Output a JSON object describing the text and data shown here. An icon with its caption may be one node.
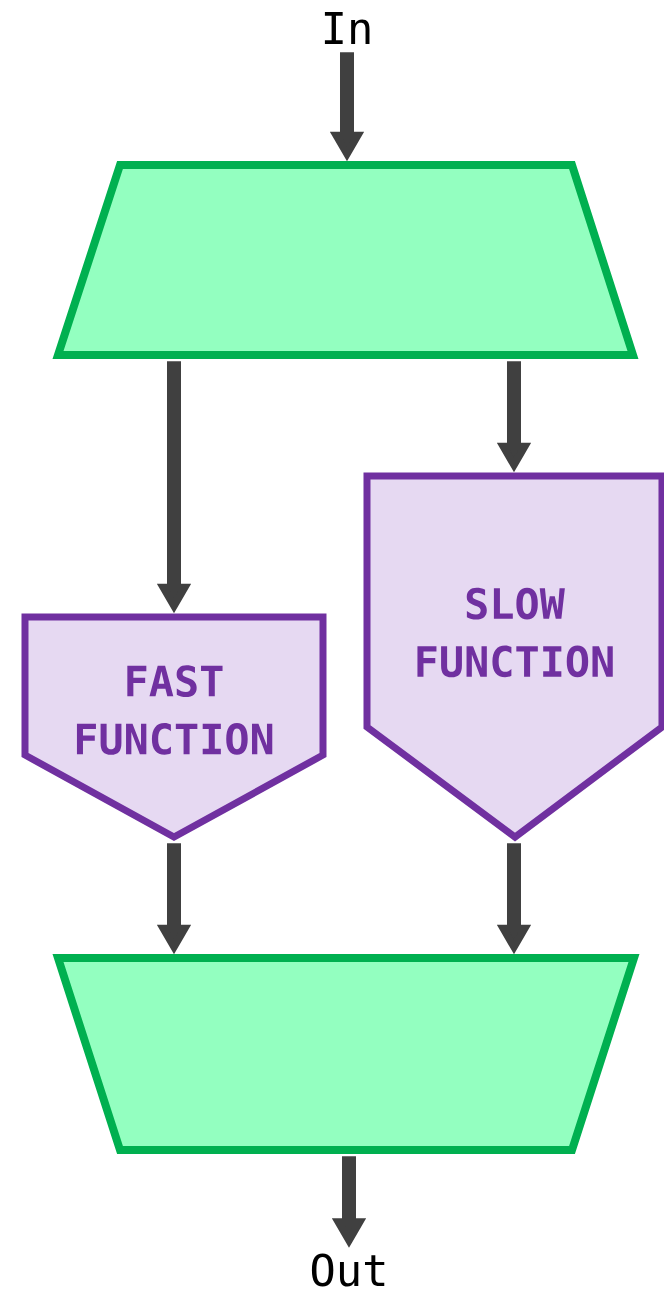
{
  "diagram": {
    "nodes": [
      {
        "text": [
          "In"
        ]
      },
      {
        "text": [],
        "shape": "trapezoid"
      },
      {
        "text": [
          "FAST FUNCTION"
        ]
      },
      {
        "text": [
          "SLOW FUNCTION"
        ]
      },
      {
        "text": [],
        "shape": "trapezoid"
      },
      {
        "text": [
          "Out"
        ]
      }
    ],
    "edges": [
      {
        "from": 0,
        "to": 1,
        "arrow": "to"
      },
      {
        "from": 1,
        "to": 2,
        "arrow": "to"
      },
      {
        "from": 1,
        "to": 3,
        "arrow": "to"
      },
      {
        "from": 2,
        "to": 4,
        "arrow": "to"
      },
      {
        "from": 3,
        "to": 4,
        "arrow": "to"
      },
      {
        "from": 4,
        "to": 5,
        "arrow": "to"
      }
    ]
  }
}
